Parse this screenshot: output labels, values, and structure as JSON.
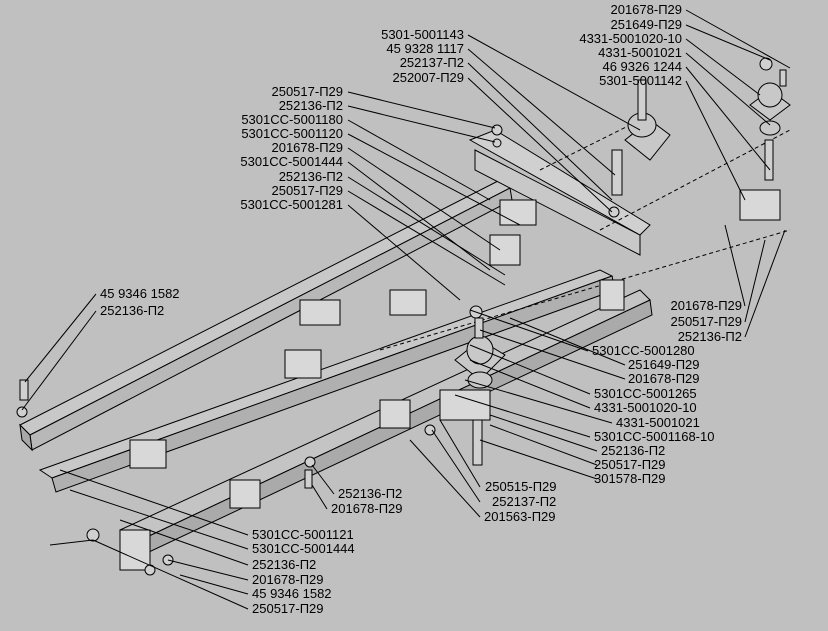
{
  "colors": {
    "background": "#c0c0c0",
    "ink": "#000000"
  },
  "labels": {
    "top_right": [
      "201678-П29",
      "251649-П29",
      "4331-5001020-10",
      "4331-5001021",
      "46 9326 1244",
      "5301-5001142"
    ],
    "top_mid": [
      "5301-5001143",
      "45 9328 1117",
      "252137-П2",
      "252007-П29"
    ],
    "top_left": [
      "250517-П29",
      "252136-П2",
      "5301СС-5001180",
      "5301СС-5001120",
      "201678-П29",
      "5301СС-5001444",
      "252136-П2",
      "250517-П29",
      "5301СС-5001281"
    ],
    "left_mid": [
      "45 9346 1582",
      "252136-П2"
    ],
    "right_side": [
      "201678-П29",
      "250517-П29",
      "252136-П2"
    ],
    "right_center": [
      "5301СС-5001280",
      "251649-П29",
      "201678-П29",
      "5301СС-5001265",
      "4331-5001020-10",
      "4331-5001021",
      "5301СС-5001168-10",
      "252136-П2",
      "250517-П29",
      "301578-П29"
    ],
    "bottom_center": [
      "250515-П29",
      "252137-П2",
      "201563-П29"
    ],
    "center_small": [
      "252136-П2",
      "201678-П29"
    ],
    "bottom_left": [
      "5301СС-5001121",
      "5301СС-5001444",
      "252136-П2",
      "201678-П29",
      "45 9346 1582",
      "250517-П29"
    ]
  }
}
